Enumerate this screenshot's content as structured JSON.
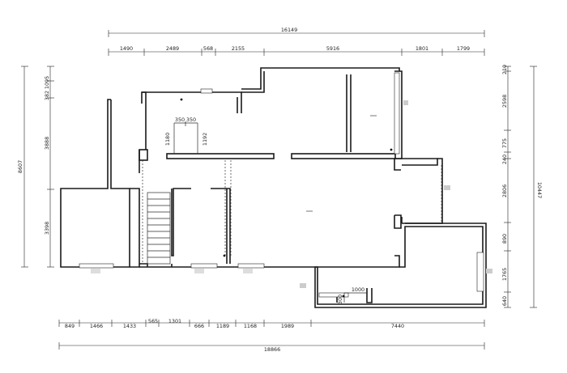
{
  "top_overall": "16149",
  "top_segments": [
    "1490",
    "2489",
    "568",
    "2155",
    "5916",
    "1801",
    "1799"
  ],
  "left_overall": "8607",
  "left_segments": [
    "382",
    "1095",
    "3888",
    "3398"
  ],
  "right_overall": "10447",
  "right_segments": [
    "210",
    "2598",
    "775",
    "240",
    "2806",
    "890",
    "1765",
    "640"
  ],
  "bottom_segments": [
    "849",
    "1466",
    "1433",
    "565",
    "1301",
    "666",
    "1189",
    "1168",
    "1989",
    "7440"
  ],
  "bottom_overall": "18866",
  "inner_dims": [
    "350",
    "350",
    "1180",
    "1192",
    "1000",
    "300"
  ]
}
